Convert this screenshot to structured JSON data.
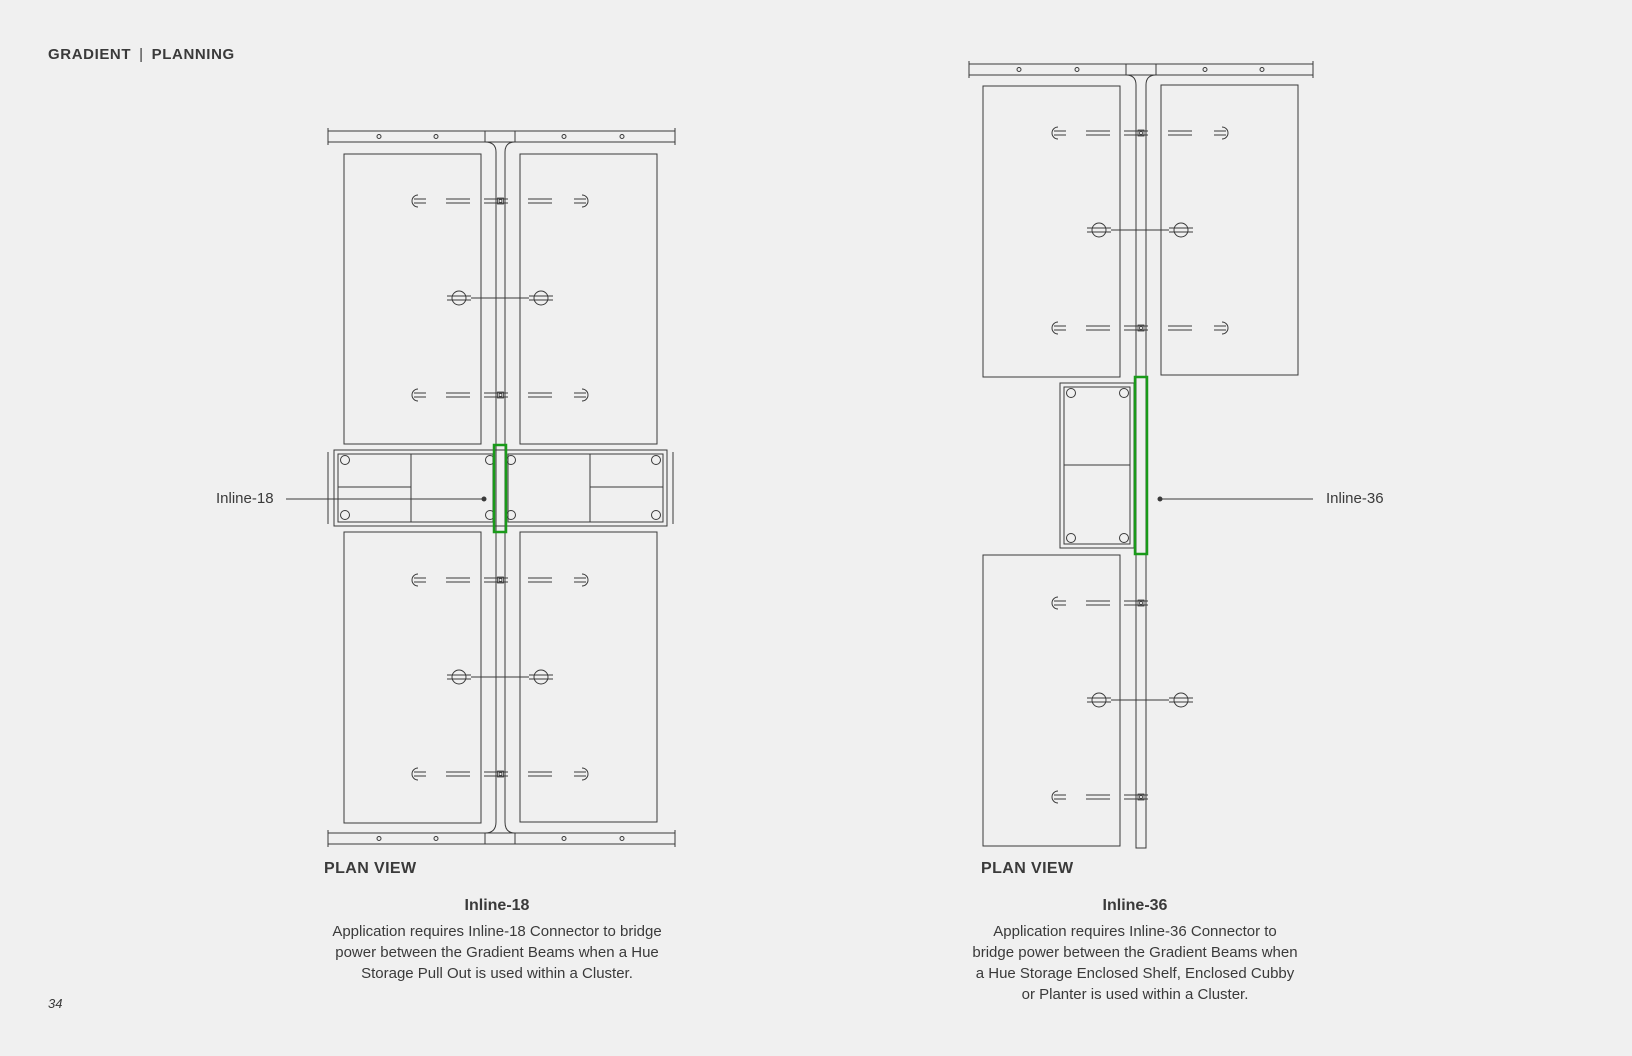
{
  "header": {
    "brand": "GRADIENT",
    "separator": "|",
    "section": "PLANNING"
  },
  "page_number": "34",
  "left": {
    "callout": "Inline-18",
    "plan_label": "PLAN VIEW",
    "caption_title": "Inline-18",
    "caption_lines": [
      "Application requires Inline-18 Connector to bridge",
      "power between the Gradient Beams when a Hue",
      "Storage Pull Out is used within a Cluster."
    ]
  },
  "right": {
    "callout": "Inline-36",
    "plan_label": "PLAN VIEW",
    "caption_title": "Inline-36",
    "caption_lines": [
      "Application requires Inline-36 Connector to",
      "bridge power between the Gradient Beams when",
      "a Hue Storage Enclosed Shelf, Enclosed Cubby",
      "or Planter is used within a Cluster."
    ]
  },
  "colors": {
    "line": "#3a3a3a",
    "highlight": "#1a9a1a",
    "background": "#f0f0f0"
  }
}
